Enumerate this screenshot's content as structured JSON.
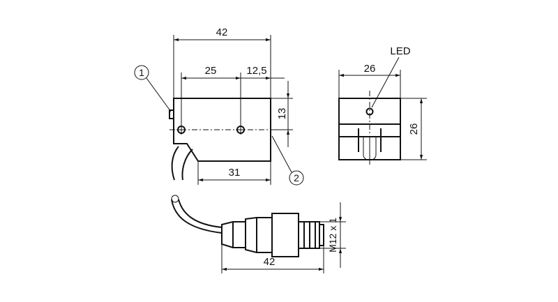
{
  "side_view": {
    "dim_total_width": "42",
    "dim_hole_spacing": "25",
    "dim_hole_offset": "12,5",
    "dim_height": "13",
    "dim_bottom_width": "31",
    "callout_1": "1",
    "callout_2": "2"
  },
  "front_view": {
    "dim_width": "26",
    "dim_height": "26",
    "led_label": "LED"
  },
  "connector_view": {
    "dim_length": "42",
    "thread_label": "M12 x 1"
  },
  "colors": {
    "line": "#111111",
    "background": "#ffffff"
  }
}
